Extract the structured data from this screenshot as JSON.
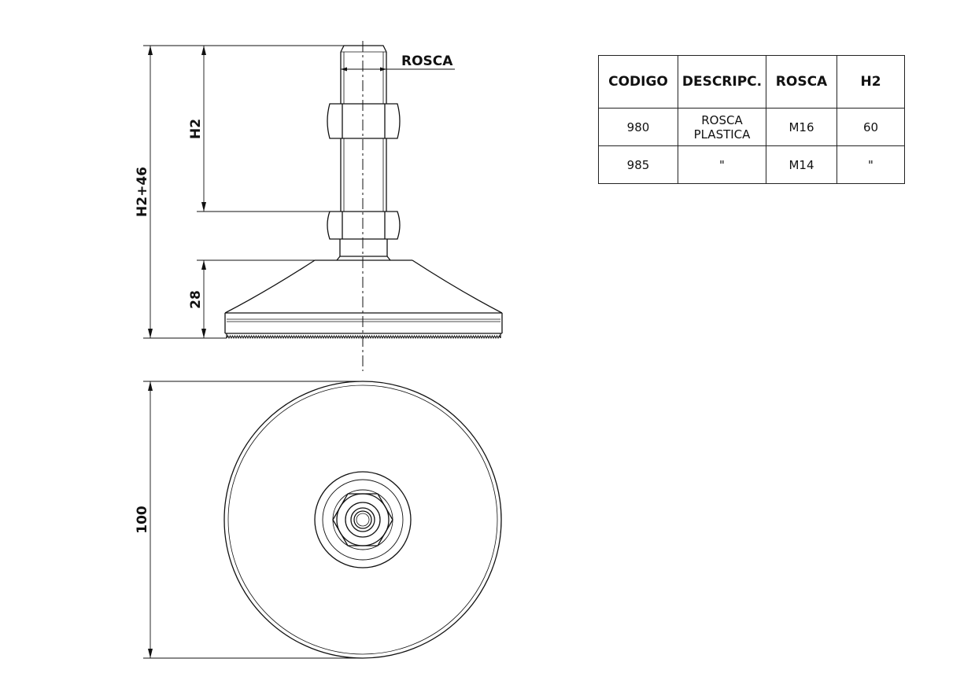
{
  "drawing": {
    "labels": {
      "thread": "ROSCA",
      "h2": "H2",
      "total_height": "H2+46",
      "base_height": "28",
      "diameter": "100"
    }
  },
  "table": {
    "headers": [
      "CODIGO",
      "DESCRIPC.",
      "ROSCA",
      "H2"
    ],
    "rows": [
      [
        "980",
        "ROSCA\nPLASTICA",
        "M16",
        "60"
      ],
      [
        "985",
        "\"",
        "M14",
        "\""
      ]
    ]
  }
}
